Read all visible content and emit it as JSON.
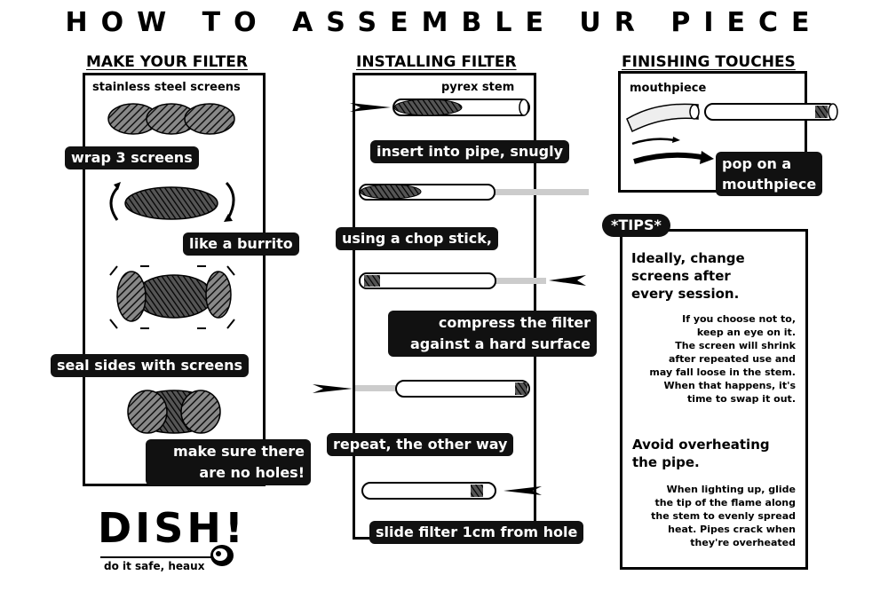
{
  "title": "HOW TO ASSEMBLE UR PIECE",
  "columns": {
    "filter": {
      "heading": "MAKE YOUR FILTER",
      "subheading": "stainless steel screens",
      "steps": [
        "wrap 3 screens",
        "like a burrito",
        "seal sides with screens",
        "make sure there",
        "are no holes!"
      ]
    },
    "install": {
      "heading": "INSTALLING FILTER",
      "subheading": "pyrex stem",
      "steps": [
        "insert into pipe, snugly",
        "using a chop stick,",
        "compress the filter",
        "against a hard surface",
        "repeat, the other way",
        "slide filter 1cm from hole"
      ]
    },
    "finish": {
      "heading": "FINISHING TOUCHES",
      "subheading": "mouthpiece",
      "steps": [
        "pop on a",
        "mouthpiece"
      ]
    }
  },
  "tips": {
    "label": "*TIPS*",
    "h1": [
      "Ideally, change",
      "screens after",
      "every session."
    ],
    "p1": [
      "If you choose not to,",
      "keep an eye on it.",
      "The screen will shrink",
      "after repeated use and",
      "may fall loose in the stem.",
      "When that happens, it's",
      "time to swap it out."
    ],
    "h2": [
      "Avoid overheating",
      "the pipe."
    ],
    "p2": [
      "When lighting up, glide",
      "the tip of the flame along",
      "the stem to evenly spread",
      "heat. Pipes crack when",
      "they're overheated"
    ]
  },
  "logo": {
    "name": "DISH!",
    "tagline": "do it safe, heaux"
  }
}
